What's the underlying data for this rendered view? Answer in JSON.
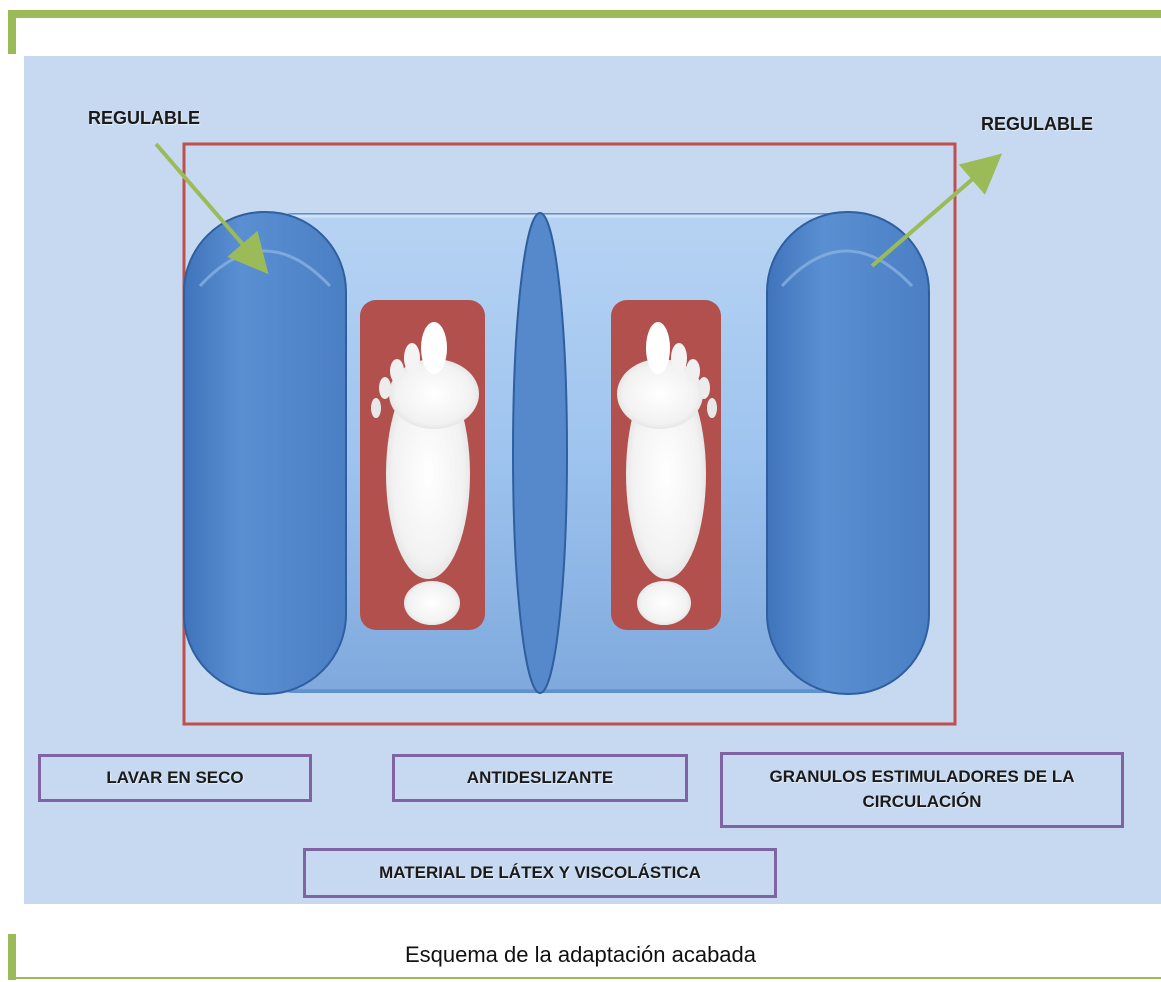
{
  "diagram": {
    "callouts": {
      "left": "REGULABLE",
      "right": "REGULABLE"
    },
    "labels": {
      "dry_clean": "LAVAR EN SECO",
      "non_slip": "ANTIDESLIZANTE",
      "granules": "GRANULOS ESTIMULADORES DE LA CIRCULACIÓN",
      "material": "MATERIAL DE LÁTEX Y VISCOLÁSTICA"
    },
    "colors": {
      "panel": "#c6d9f0",
      "tube_body": "#9dc3ef",
      "tube_cap": "#5589cc",
      "outline_red": "#c0504d",
      "foot_pad": "#b2504d",
      "arrow_green": "#9bbb59",
      "label_border": "#8064a2"
    }
  },
  "caption": "Esquema de la adaptación acabada"
}
